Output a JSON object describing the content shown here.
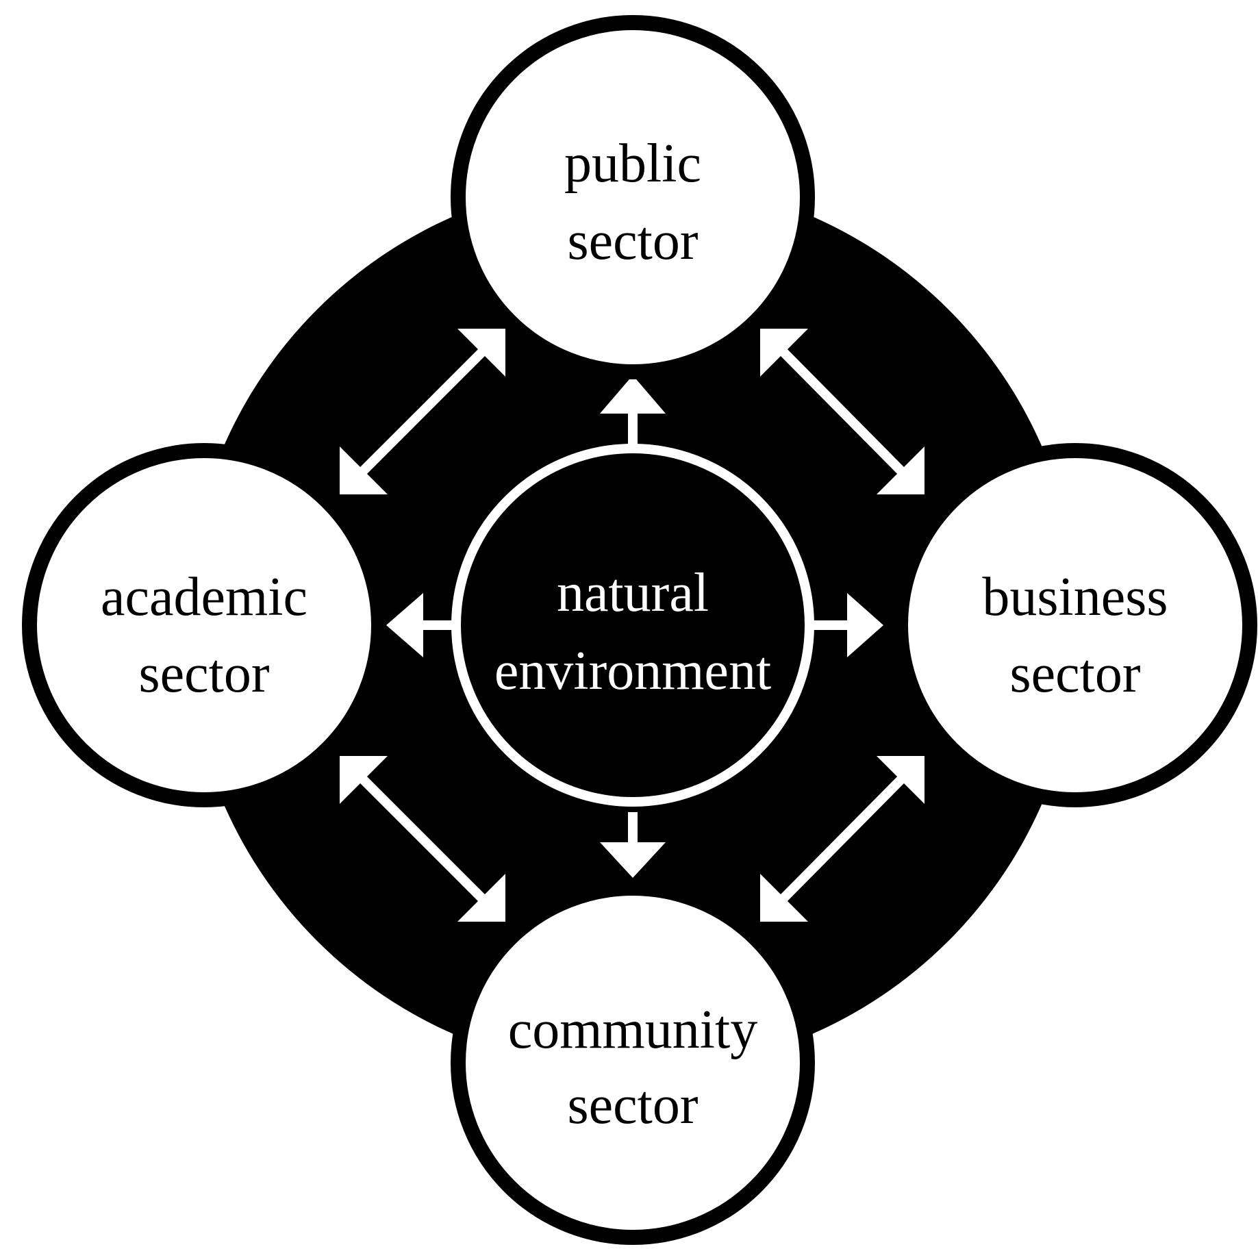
{
  "diagram": {
    "colors": {
      "background": "#ffffff",
      "ring": "#000000",
      "arrow": "#ffffff",
      "sector_fill": "#ffffff",
      "sector_text": "#000000",
      "center_fill": "#000000",
      "center_text": "#ffffff"
    },
    "center": {
      "line1": "natural",
      "line2": "environment"
    },
    "sectors": {
      "public": {
        "line1": "public",
        "line2": "sector"
      },
      "academic": {
        "line1": "academic",
        "line2": "sector"
      },
      "business": {
        "line1": "business",
        "line2": "sector"
      },
      "community": {
        "line1": "community",
        "line2": "sector"
      }
    }
  }
}
